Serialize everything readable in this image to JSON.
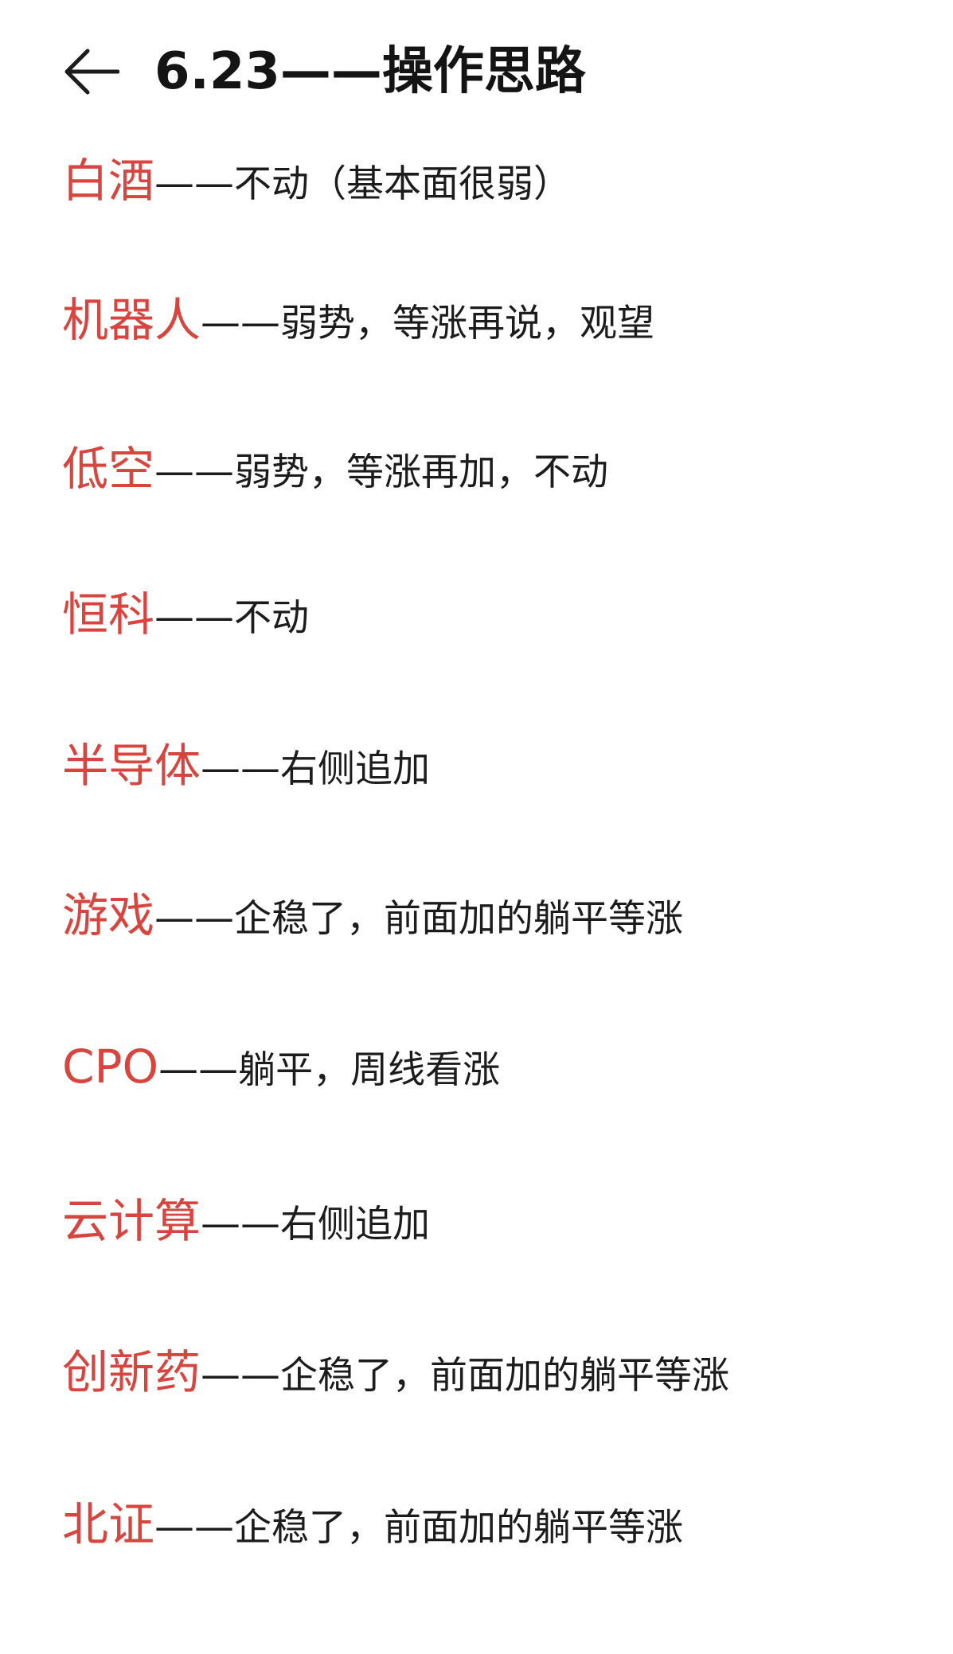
{
  "header": {
    "back_icon": "arrow-left-icon",
    "title": "6.23——操作思路"
  },
  "items": [
    {
      "sector": "白酒",
      "dash": "——",
      "action": "不动（基本面很弱）"
    },
    {
      "sector": "机器人",
      "dash": "——",
      "action": "弱势，等涨再说，观望"
    },
    {
      "sector": "低空",
      "dash": "——",
      "action": "弱势，等涨再加，不动"
    },
    {
      "sector": "恒科",
      "dash": "——",
      "action": "不动"
    },
    {
      "sector": "半导体",
      "dash": "——",
      "action": "右侧追加"
    },
    {
      "sector": "游戏",
      "dash": "——",
      "action": "企稳了，前面加的躺平等涨"
    },
    {
      "sector": "CPO",
      "dash": "——",
      "action": "躺平，周线看涨"
    },
    {
      "sector": "云计算",
      "dash": "——",
      "action": "右侧追加"
    },
    {
      "sector": "创新药",
      "dash": "——",
      "action": "企稳了，前面加的躺平等涨"
    },
    {
      "sector": "北证",
      "dash": "——",
      "action": "企稳了，前面加的躺平等涨"
    }
  ],
  "colors": {
    "sector": "#d8453f",
    "text": "#1c1c1c",
    "background": "#ffffff"
  }
}
